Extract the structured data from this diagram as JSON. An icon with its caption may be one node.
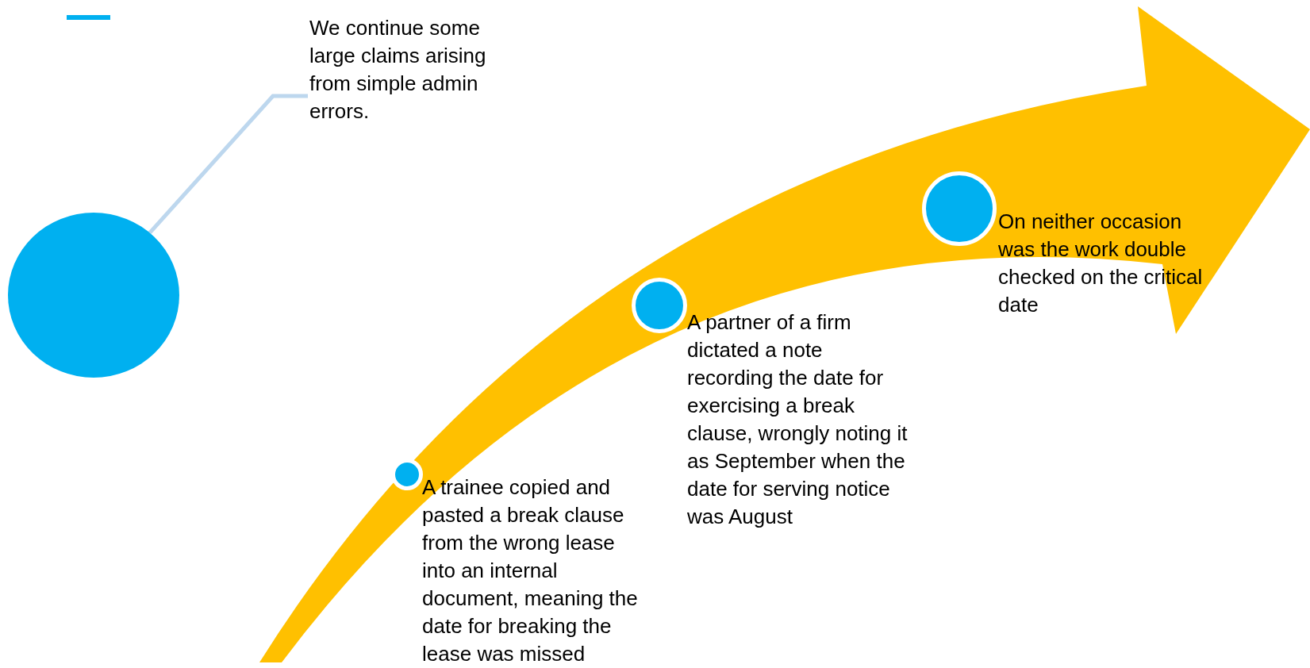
{
  "diagram": {
    "nodes": [
      {
        "text": [
          "We continue some large claims arising from simple admin errors."
        ]
      },
      {
        "text": [],
        "shape": "circle"
      },
      {
        "text": [],
        "shape": "circle",
        "beside": [
          "A trainee copied and pasted a break clause from the wrong lease into an internal document, meaning the date for breaking the lease was missed"
        ]
      },
      {
        "text": [],
        "shape": "circle",
        "beside": [
          "A partner of a firm dictated a note recording the date for exercising a break clause, wrongly noting it as September when the date for serving notice was August"
        ]
      },
      {
        "text": [],
        "shape": "circle",
        "beside": [
          "On neither occasion was the work double checked on the critical date"
        ]
      }
    ],
    "edges": [
      {
        "from": 0,
        "to": 1,
        "arrow": "none"
      }
    ]
  }
}
